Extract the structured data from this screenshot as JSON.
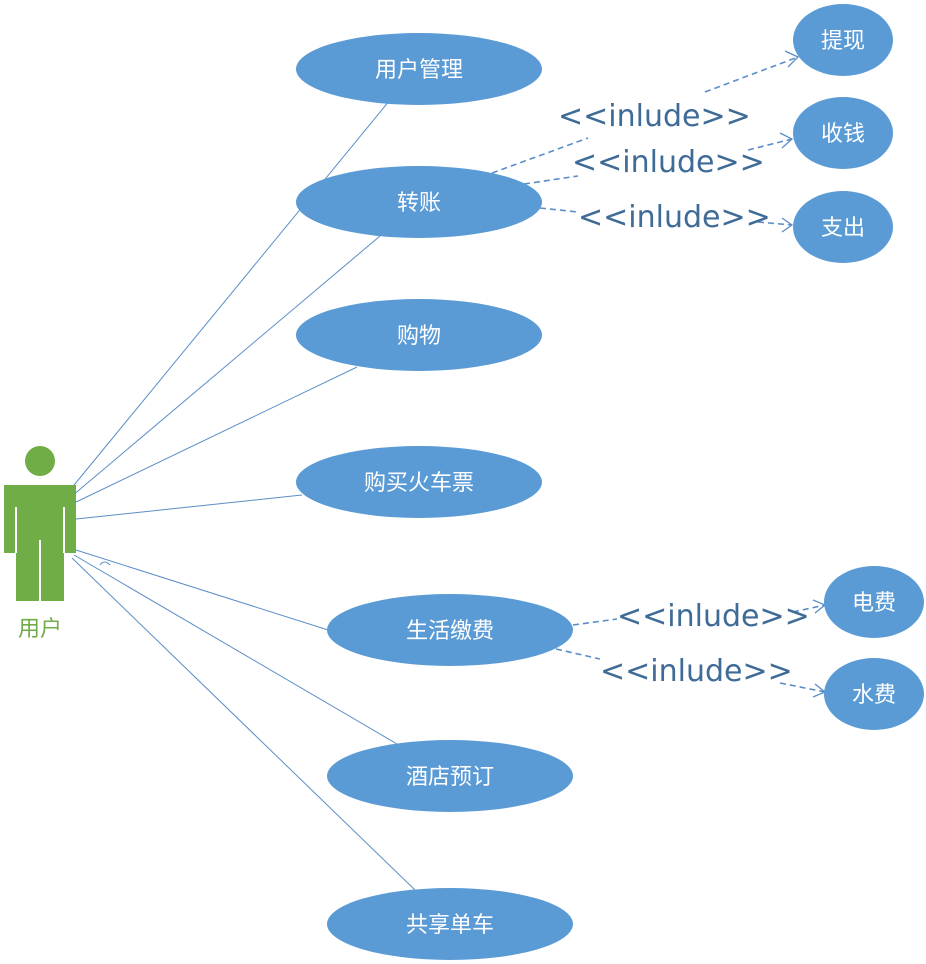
{
  "actor": {
    "label": "用户"
  },
  "use_cases": {
    "user_management": "用户管理",
    "transfer": "转账",
    "shopping": "购物",
    "train_ticket": "购买火车票",
    "utility_payment": "生活缴费",
    "hotel_booking": "酒店预订",
    "shared_bike": "共享单车",
    "withdraw": "提现",
    "receive_money": "收钱",
    "pay_out": "支出",
    "electricity_fee": "电费",
    "water_fee": "水费"
  },
  "relationships": {
    "include_label": "<<inlude>>"
  },
  "colors": {
    "use_case_fill": "#5b9bd5",
    "use_case_text": "#ffffff",
    "actor": "#70ad47",
    "line": "#5b8ec7",
    "include_text": "#3f6b97"
  }
}
